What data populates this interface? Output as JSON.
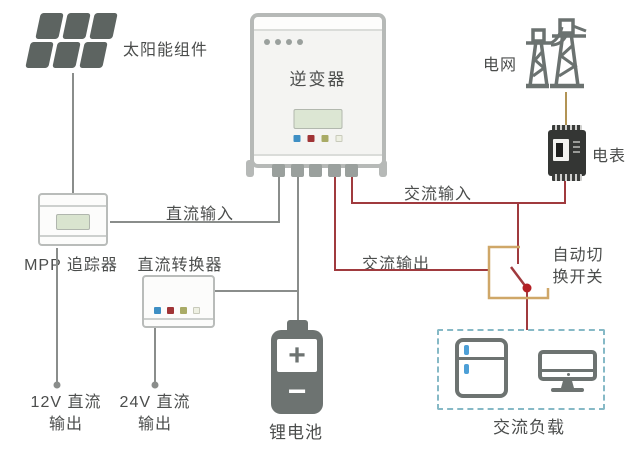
{
  "labels": {
    "solar": "太阳能组件",
    "grid": "电网",
    "meter": "电表",
    "inverter": "逆变器",
    "mpp": "MPP 追踪器",
    "converter": "直流转换器",
    "battery": "锂电池",
    "ac_load": "交流负载",
    "switch_line1": "自动切",
    "switch_line2": "换开关",
    "dc_input": "直流输入",
    "ac_input": "交流输入",
    "ac_output": "交流输出",
    "out12_line1": "12V 直流",
    "out12_line2": "输出",
    "out24_line1": "24V 直流",
    "out24_line2": "输出",
    "battery_plus": "+",
    "battery_minus": "−"
  },
  "colors": {
    "icon_gray": "#5d6461",
    "outline_gray": "#6d7371",
    "box_border": "#b9bcba",
    "wire_gray": "#8a8d8b",
    "wire_red": "#a03a3e",
    "switch_dot_red": "#b42025",
    "wire_olive": "#b29455",
    "switch_bracket_tan": "#cfa768",
    "dashed_border": "#86b9c6",
    "fridge_handle_blue": "#4d9fd6",
    "led_blue": "#3e8fc4",
    "led_red": "#a03436",
    "led_olive": "#a9ab66",
    "lcd_green": "#dce6d3",
    "text": "#4b4d4c"
  }
}
